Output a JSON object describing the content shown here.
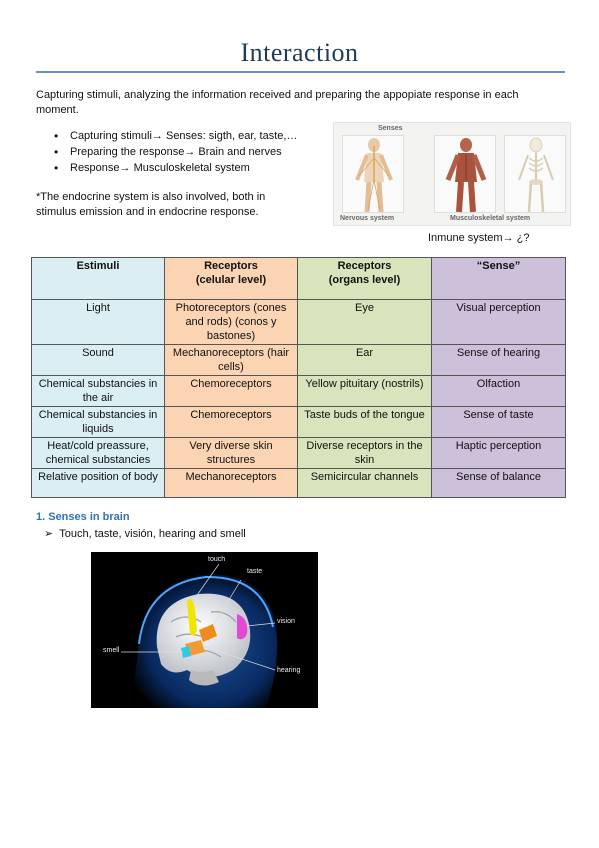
{
  "page": {
    "title": "Interaction",
    "intro": "Capturing stimuli, analyzing the information received and preparing the appopiate response in each moment.",
    "bullets": [
      "Capturing stimuli→ Senses: sigth, ear, taste,…",
      "Preparing the response→ Brain and nerves",
      "Response→ Musculoskeletal system"
    ],
    "note": "*The endocrine system is also involved, both in stimulus emission and in endocrine response.",
    "immune_note": "Inmune system→ ¿?"
  },
  "systems_figure": {
    "header": "Senses",
    "caption_left": "Nervous system",
    "caption_right": "Musculoskeletal system"
  },
  "table": {
    "headers": [
      "Estimuli",
      "Receptors\n(celular level)",
      "Receptors\n(organs level)",
      "“Sense”"
    ],
    "header_colors": [
      "#daeef3",
      "#fbd4b4",
      "#d7e4bc",
      "#ccc0da"
    ],
    "rows": [
      [
        "Light",
        "Photoreceptors (cones and rods) (conos y bastones)",
        "Eye",
        "Visual perception"
      ],
      [
        "Sound",
        "Mechanoreceptors (hair cells)",
        "Ear",
        "Sense of hearing"
      ],
      [
        "Chemical substancies in the air",
        "Chemoreceptors",
        "Yellow pituitary (nostrils)",
        "Olfaction"
      ],
      [
        "Chemical substancies in liquids",
        "Chemoreceptors",
        "Taste buds of the tongue",
        "Sense of taste"
      ],
      [
        "Heat/cold preassure, chemical substancies",
        "Very diverse skin structures",
        "Diverse receptors in the skin",
        "Haptic perception"
      ],
      [
        "Relative position of body",
        "Mechanoreceptors",
        "Semicircular channels",
        "Sense of balance"
      ]
    ]
  },
  "section": {
    "heading": "1.  Senses in brain",
    "item": "Touch, taste, visión, hearing and smell",
    "item_marker": "➢"
  },
  "brain_figure": {
    "labels": {
      "touch": "touch",
      "taste": "taste",
      "vision": "vision",
      "smell": "smell",
      "hearing": "hearing"
    }
  }
}
